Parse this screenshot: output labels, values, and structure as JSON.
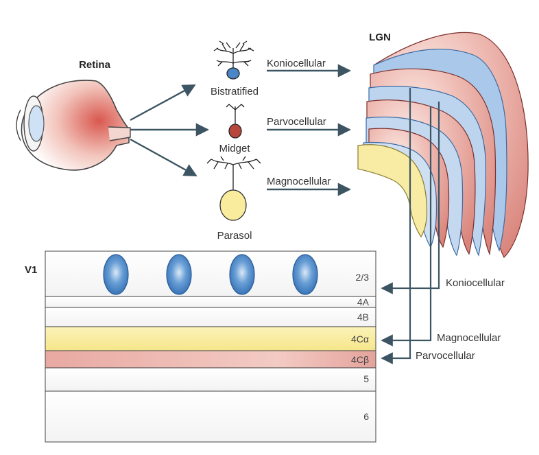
{
  "labels": {
    "retina": "Retina",
    "lgn": "LGN",
    "v1": "V1"
  },
  "cells": {
    "bistratified": "Bistratified",
    "midget": "Midget",
    "parasol": "Parasol"
  },
  "pathways": {
    "koniocellular": "Koniocellular",
    "parvocellular": "Parvocellular",
    "magnocellular": "Magnocellular"
  },
  "v1_layers": [
    "2/3",
    "4A",
    "4B",
    "4Cα",
    "4Cβ",
    "5",
    "6"
  ],
  "v1_inputs": {
    "koniocellular": "Koniocellular",
    "magnocellular": "Magnocellular",
    "parvocellular": "Parvocellular"
  },
  "colors": {
    "arrow": "#3d5563",
    "magno_yellow": "#fbeea2",
    "parvo_pink": "#ecb3ad",
    "konio_blue": "#4b86c4"
  }
}
